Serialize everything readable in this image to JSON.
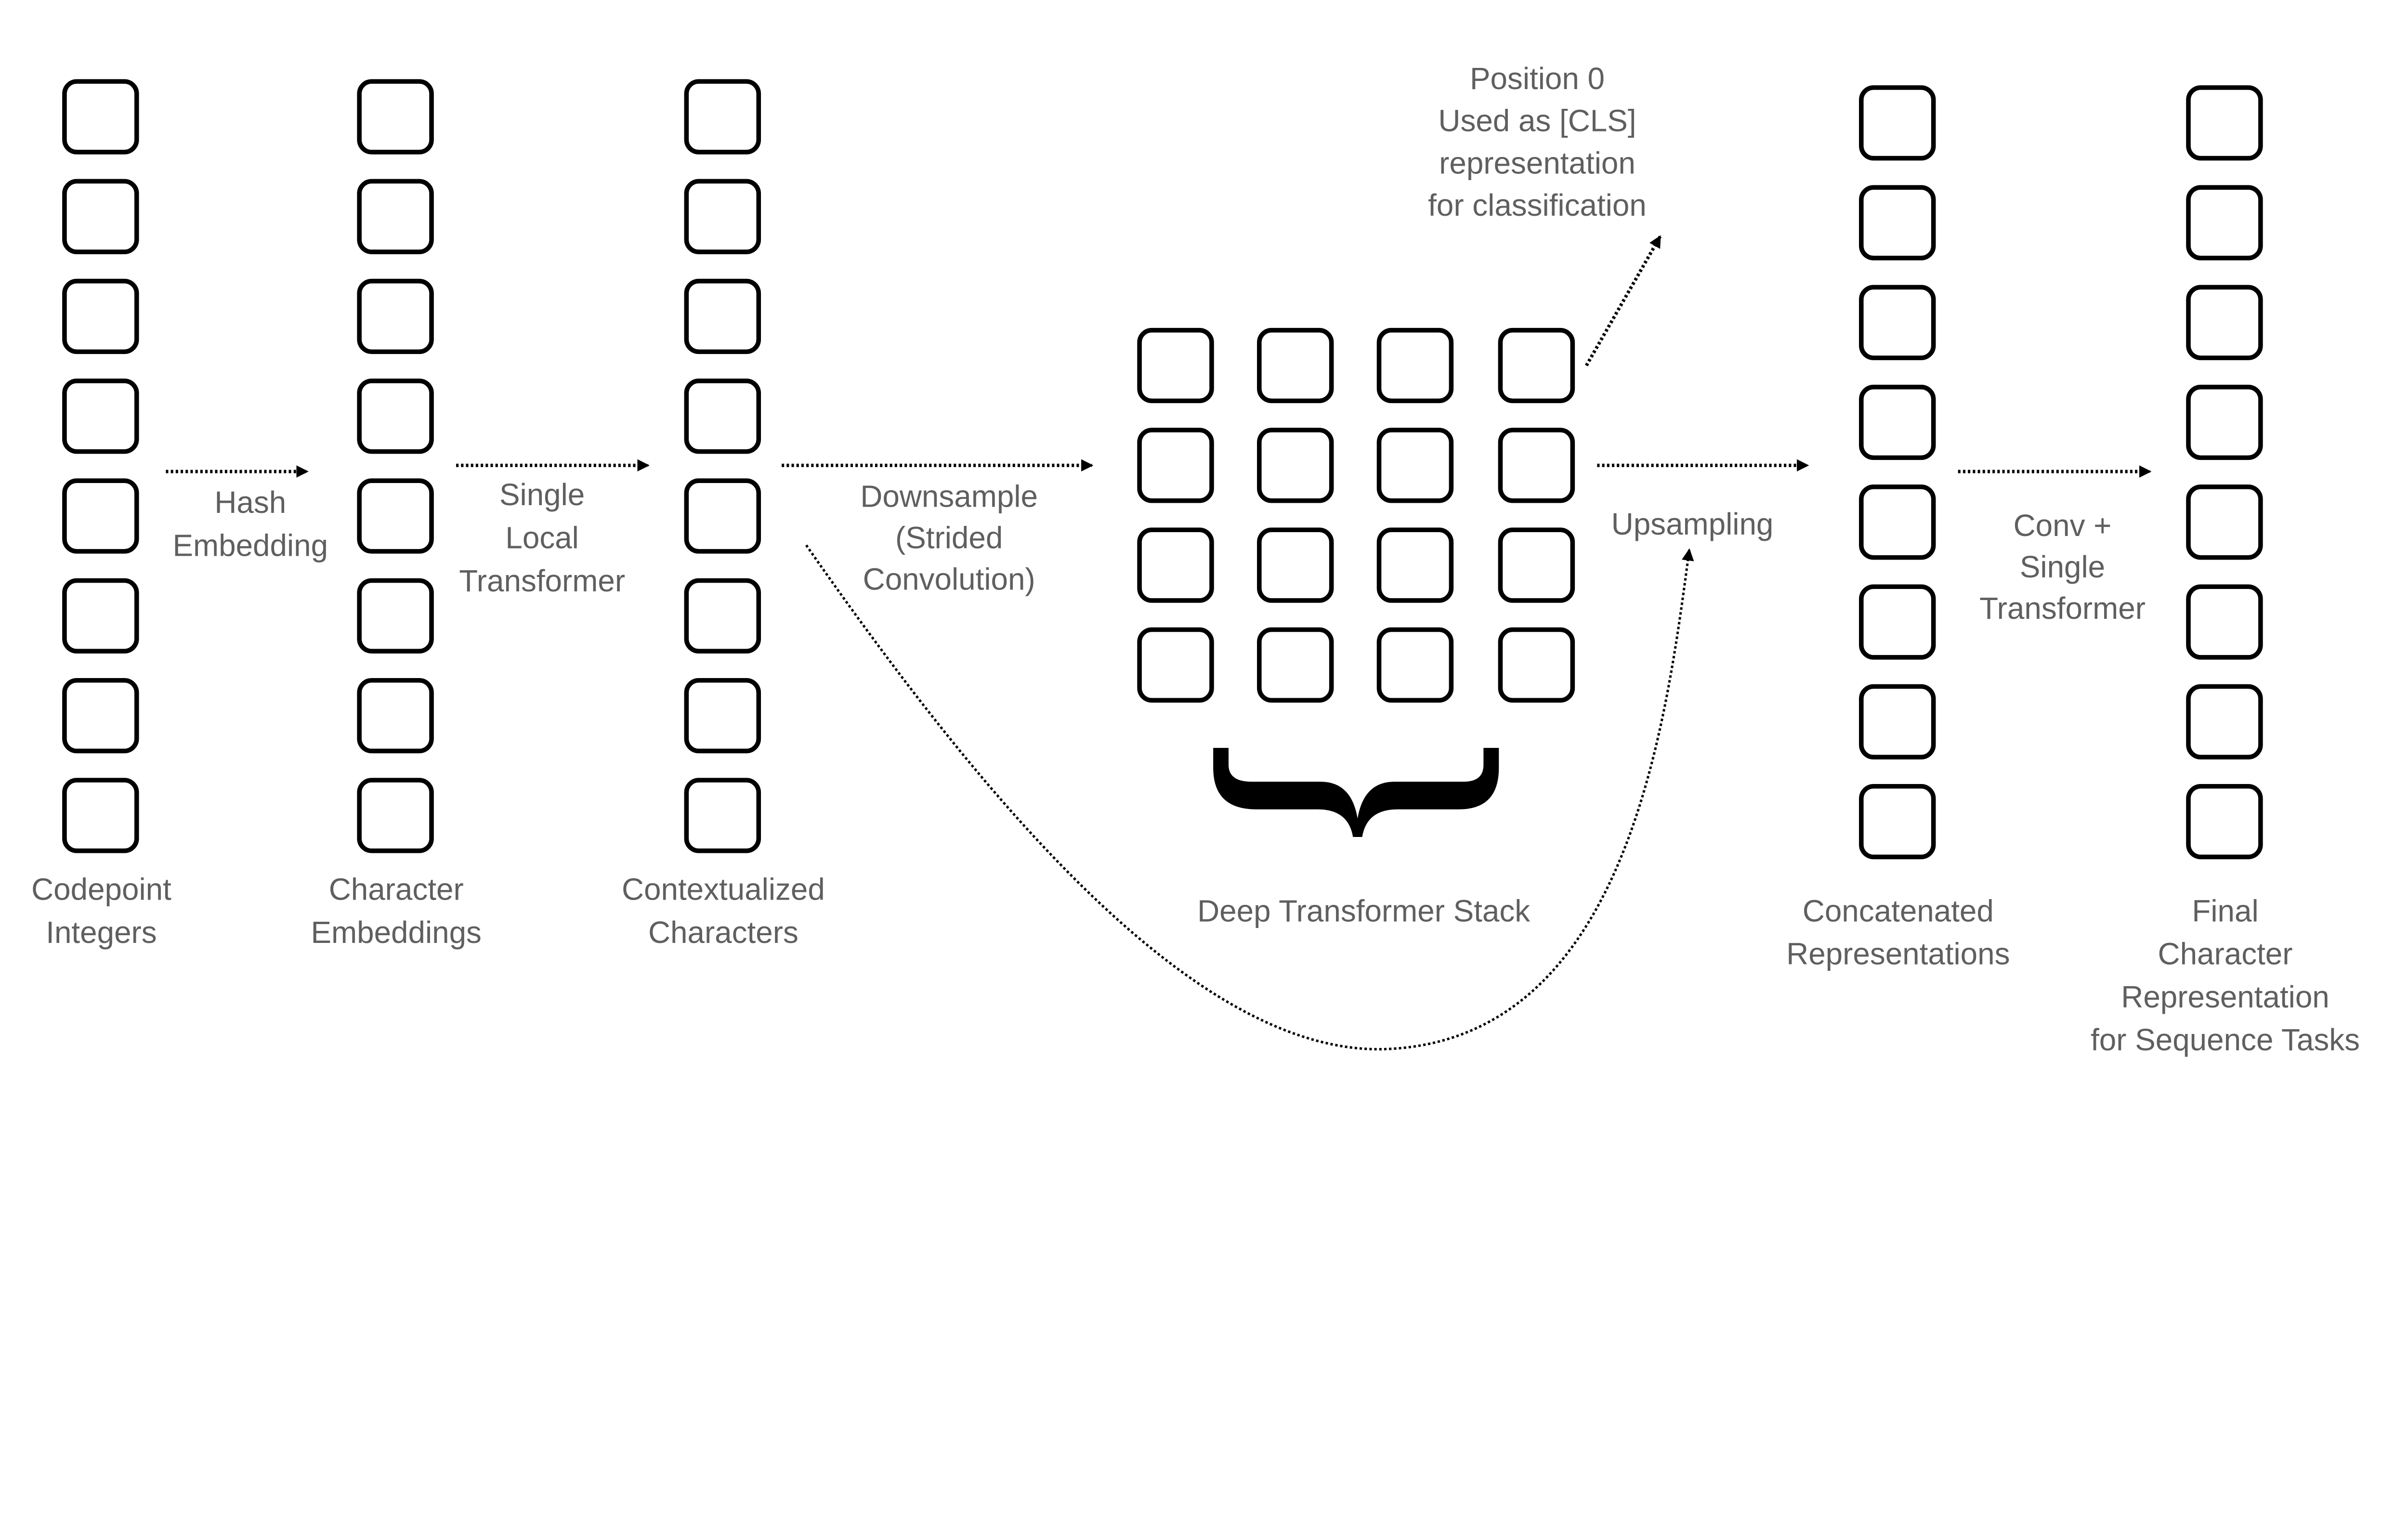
{
  "columns": {
    "codepoint_integers": [
      "Codepoint",
      "Integers"
    ],
    "character_embeddings": [
      "Character",
      "Embeddings"
    ],
    "contextualized_characters": [
      "Contextualized",
      "Characters"
    ],
    "deep_transformer_stack": [
      "Deep Transformer Stack"
    ],
    "concatenated_representations": [
      "Concatenated",
      "Representations"
    ],
    "final_representation": [
      "Final",
      "Character",
      "Representation",
      "for Sequence Tasks"
    ]
  },
  "steps": {
    "hash_embedding": [
      "Hash",
      "Embedding"
    ],
    "single_local_transformer": [
      "Single",
      "Local",
      "Transformer"
    ],
    "downsample": [
      "Downsample",
      "(Strided",
      "Convolution)"
    ],
    "upsampling": [
      "Upsampling"
    ],
    "conv_single_transformer": [
      "Conv +",
      "Single",
      "Transformer"
    ]
  },
  "cls_note": [
    "Position 0",
    "Used as [CLS]",
    "representation",
    "for classification"
  ]
}
